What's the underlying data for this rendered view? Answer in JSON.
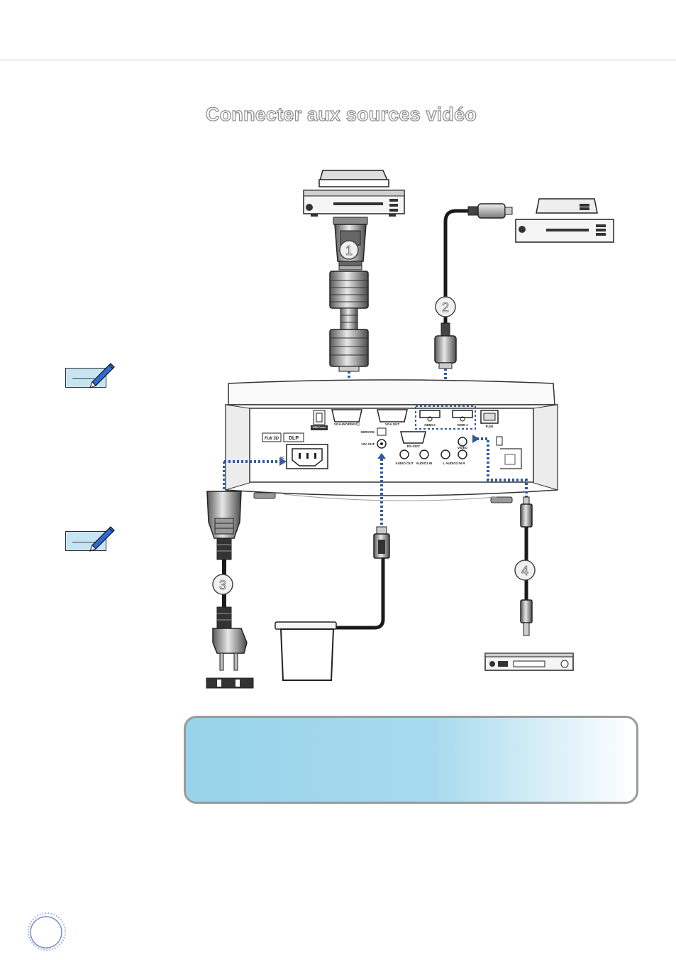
{
  "page": {
    "title": "Connecter aux sources vidéo"
  },
  "connections": [
    {
      "number": "1"
    },
    {
      "number": "2"
    },
    {
      "number": "3"
    },
    {
      "number": "4"
    }
  ],
  "projector_panel": {
    "port_labels": {
      "vga_in": "VGA-IN/YPbPr/ⓘ",
      "vga_out": "VGA OUT",
      "hdmi2": "HDMI 2",
      "hdmi1": "HDMI 1",
      "rj45": "RJ45",
      "service": "SERVICE",
      "rs232": "RS-232C",
      "out12v": "12V OUT",
      "video": "VIDEO",
      "audio_out": "AUDIO OUT",
      "audio1_in": "AUDIO1 IN",
      "audio2_in": "L  AUDIO2 IN  R",
      "ac": "AC",
      "usb_power": "USB Power",
      "full3d": "Full 3D",
      "dlp": "DLP"
    }
  },
  "colors": {
    "connector_dots": "#2f5aa0",
    "info_box_start": "#97d3ea",
    "info_box_border": "#9a9a9a",
    "title_outline": "#8a8a8a",
    "note_card": "#c6e4f2"
  },
  "icons": {
    "note": "pencil-note-icon",
    "page_badge": "page-number-badge"
  }
}
